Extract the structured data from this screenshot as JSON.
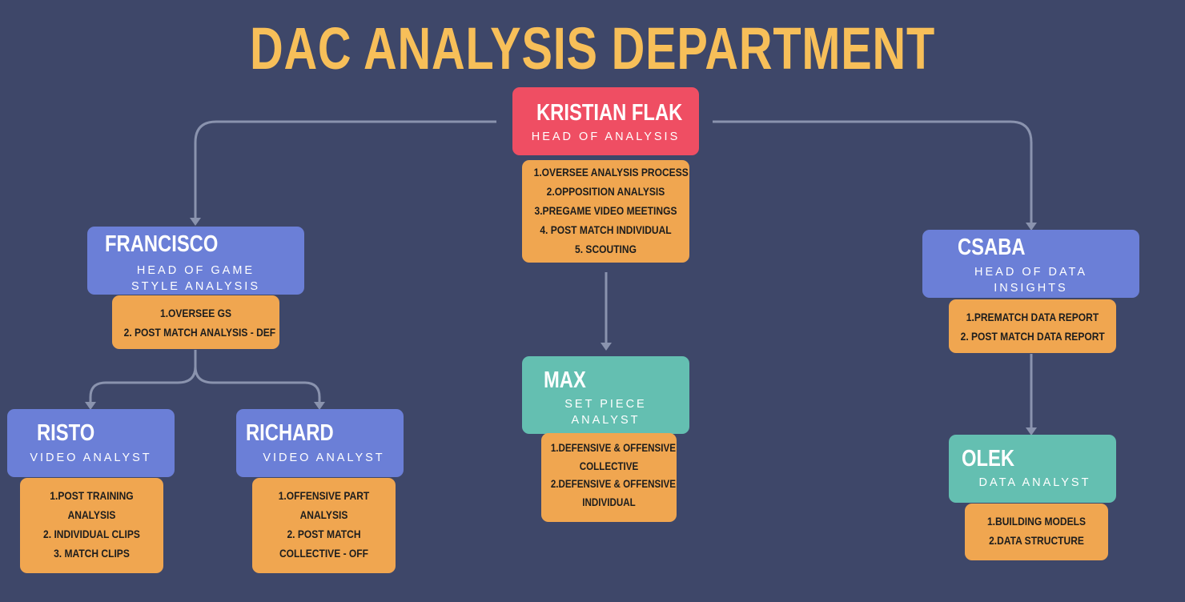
{
  "title": "DAC ANALYSIS DEPARTMENT",
  "head": {
    "name": "KRISTIAN FLAK",
    "role": "HEAD OF ANALYSIS",
    "tasks": [
      "1.OVERSEE ANALYSIS PROCESS",
      "2.OPPOSITION ANALYSIS",
      "3.PREGAME VIDEO MEETINGS",
      "4. POST MATCH INDIVIDUAL",
      "5. SCOUTING"
    ]
  },
  "francisco": {
    "name": "FRANCISCO",
    "role_line1": "HEAD OF GAME",
    "role_line2": "STYLE ANALYSIS",
    "tasks": [
      "1.OVERSEE GS",
      "2. POST MATCH ANALYSIS - DEF"
    ]
  },
  "csaba": {
    "name": "CSABA",
    "role_line1": "HEAD OF DATA",
    "role_line2": "INSIGHTS",
    "tasks": [
      "1.PREMATCH DATA REPORT",
      "2. POST MATCH DATA REPORT"
    ]
  },
  "max": {
    "name": "MAX",
    "role_line1": "SET PIECE",
    "role_line2": "ANALYST",
    "tasks": [
      "1.DEFENSIVE & OFFENSIVE",
      "COLLECTIVE",
      "2.DEFENSIVE & OFFENSIVE",
      "INDIVIDUAL"
    ]
  },
  "risto": {
    "name": "RISTO",
    "role": "VIDEO ANALYST",
    "tasks": [
      "1.POST TRAINING",
      "ANALYSIS",
      "2. INDIVIDUAL CLIPS",
      "3. MATCH CLIPS"
    ]
  },
  "richard": {
    "name": "RICHARD",
    "role": "VIDEO ANALYST",
    "tasks": [
      "1.OFFENSIVE PART",
      "ANALYSIS",
      "2. POST MATCH",
      "COLLECTIVE - OFF"
    ]
  },
  "olek": {
    "name": "OLEK",
    "role": "DATA ANALYST",
    "tasks": [
      "1.BUILDING MODELS",
      "2.DATA STRUCTURE"
    ]
  },
  "colors": {
    "background": "#3e4769",
    "title": "#f7bf59",
    "head": "#ef4e63",
    "lead": "#6b7fd7",
    "specialist": "#64bfb1",
    "tasks": "#f0a650",
    "connector": "#8a93ae"
  }
}
